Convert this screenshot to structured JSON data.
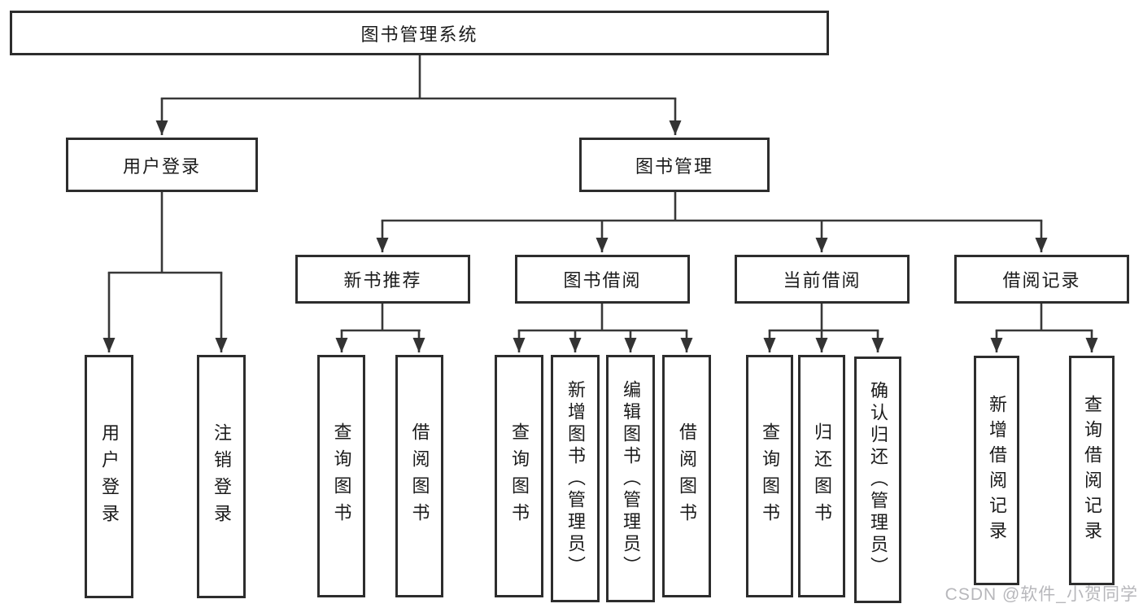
{
  "tree": {
    "root": "图书管理系统",
    "branches": [
      {
        "label": "用户登录",
        "children": [
          "用户登录",
          "注销登录"
        ]
      },
      {
        "label": "图书管理",
        "sub": [
          {
            "label": "新书推荐",
            "children": [
              "查询图书",
              "借阅图书"
            ]
          },
          {
            "label": "图书借阅",
            "children": [
              "查询图书",
              "新增图书（管理员）",
              "编辑图书（管理员）",
              "借阅图书"
            ]
          },
          {
            "label": "当前借阅",
            "children": [
              "查询图书",
              "归还图书",
              "确认归还（管理员）"
            ]
          },
          {
            "label": "借阅记录",
            "children": [
              "新增借阅记录",
              "查询借阅记录"
            ]
          }
        ]
      }
    ]
  },
  "watermark": {
    "text": "CSDN @软件_小贺同学",
    "color": "#b7b7bb"
  },
  "colors": {
    "line": "#383838",
    "border": "#2d2d2d",
    "text": "#1b1b1b",
    "background": "#ffffff"
  }
}
